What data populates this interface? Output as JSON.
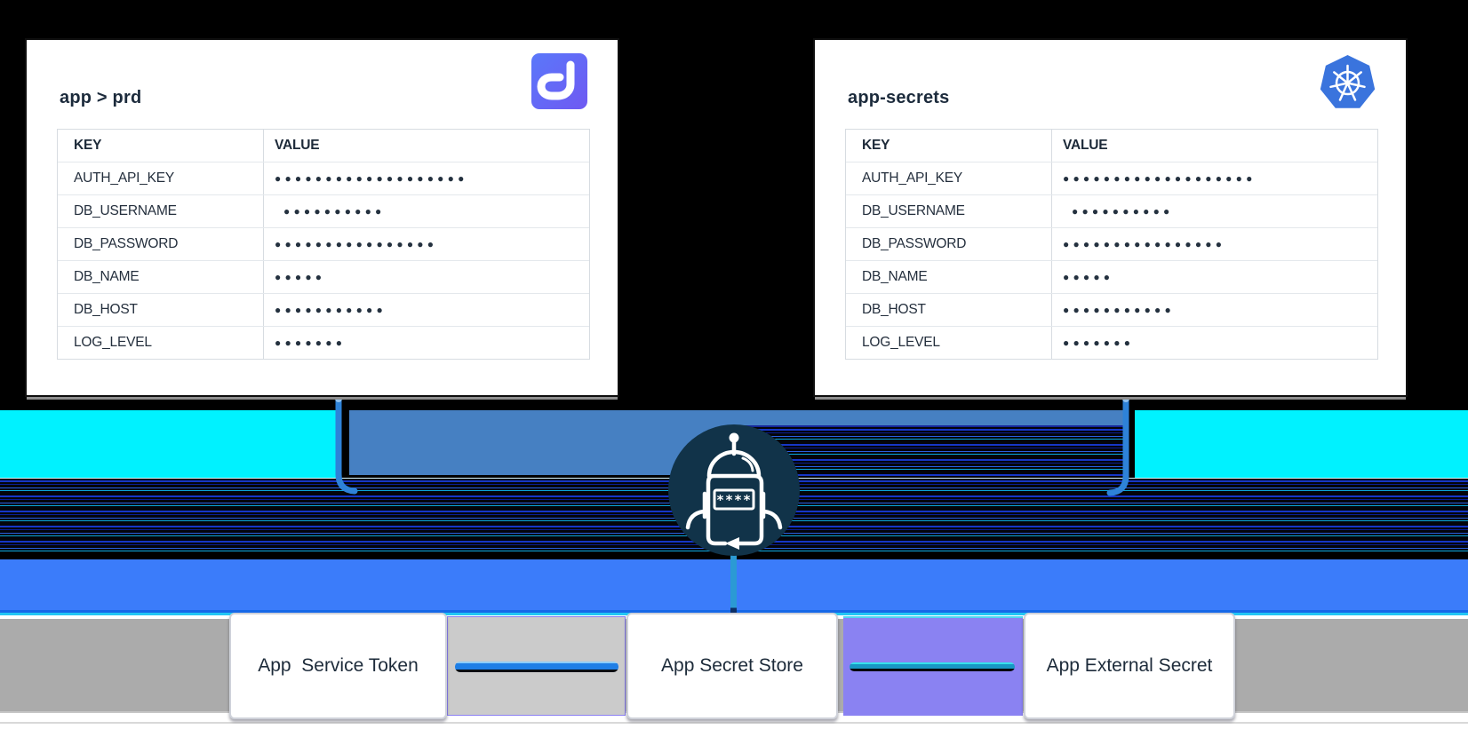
{
  "panels": [
    {
      "title": "app > prd",
      "logo": "doppler-icon",
      "table": {
        "headers": [
          "KEY",
          "VALUE"
        ],
        "rows": [
          {
            "key": "AUTH_API_KEY",
            "dots": 19
          },
          {
            "key": "DB_USERNAME",
            "dots": 10
          },
          {
            "key": "DB_PASSWORD",
            "dots": 16
          },
          {
            "key": "DB_NAME",
            "dots": 5
          },
          {
            "key": "DB_HOST",
            "dots": 11
          },
          {
            "key": "LOG_LEVEL",
            "dots": 7
          }
        ]
      }
    },
    {
      "title": "app-secrets",
      "logo": "kubernetes-icon",
      "table": {
        "headers": [
          "KEY",
          "VALUE"
        ],
        "rows": [
          {
            "key": "AUTH_API_KEY",
            "dots": 19
          },
          {
            "key": "DB_USERNAME",
            "dots": 10
          },
          {
            "key": "DB_PASSWORD",
            "dots": 16
          },
          {
            "key": "DB_NAME",
            "dots": 5
          },
          {
            "key": "DB_HOST",
            "dots": 11
          },
          {
            "key": "LOG_LEVEL",
            "dots": 7
          }
        ]
      }
    }
  ],
  "sync_bot": {
    "mask": "****"
  },
  "pipeline": {
    "boxes": [
      {
        "label": "App  Service Token"
      },
      {
        "label": "App Secret Store"
      },
      {
        "label": "App External Secret"
      }
    ]
  },
  "colors": {
    "cyan_band": "#00f2ff",
    "steel_band": "#4680c2",
    "royal_band": "#3b7cfa",
    "gray_band": "#ababab",
    "bot_circle": "#113349",
    "bracket": "#2e82d8",
    "gap_connector_1": "#cbcbcb",
    "gap_connector_2": "#8a82f2",
    "arrow_line_1": "#1f7fe6",
    "arrow_line_2": "#18a0c8"
  }
}
